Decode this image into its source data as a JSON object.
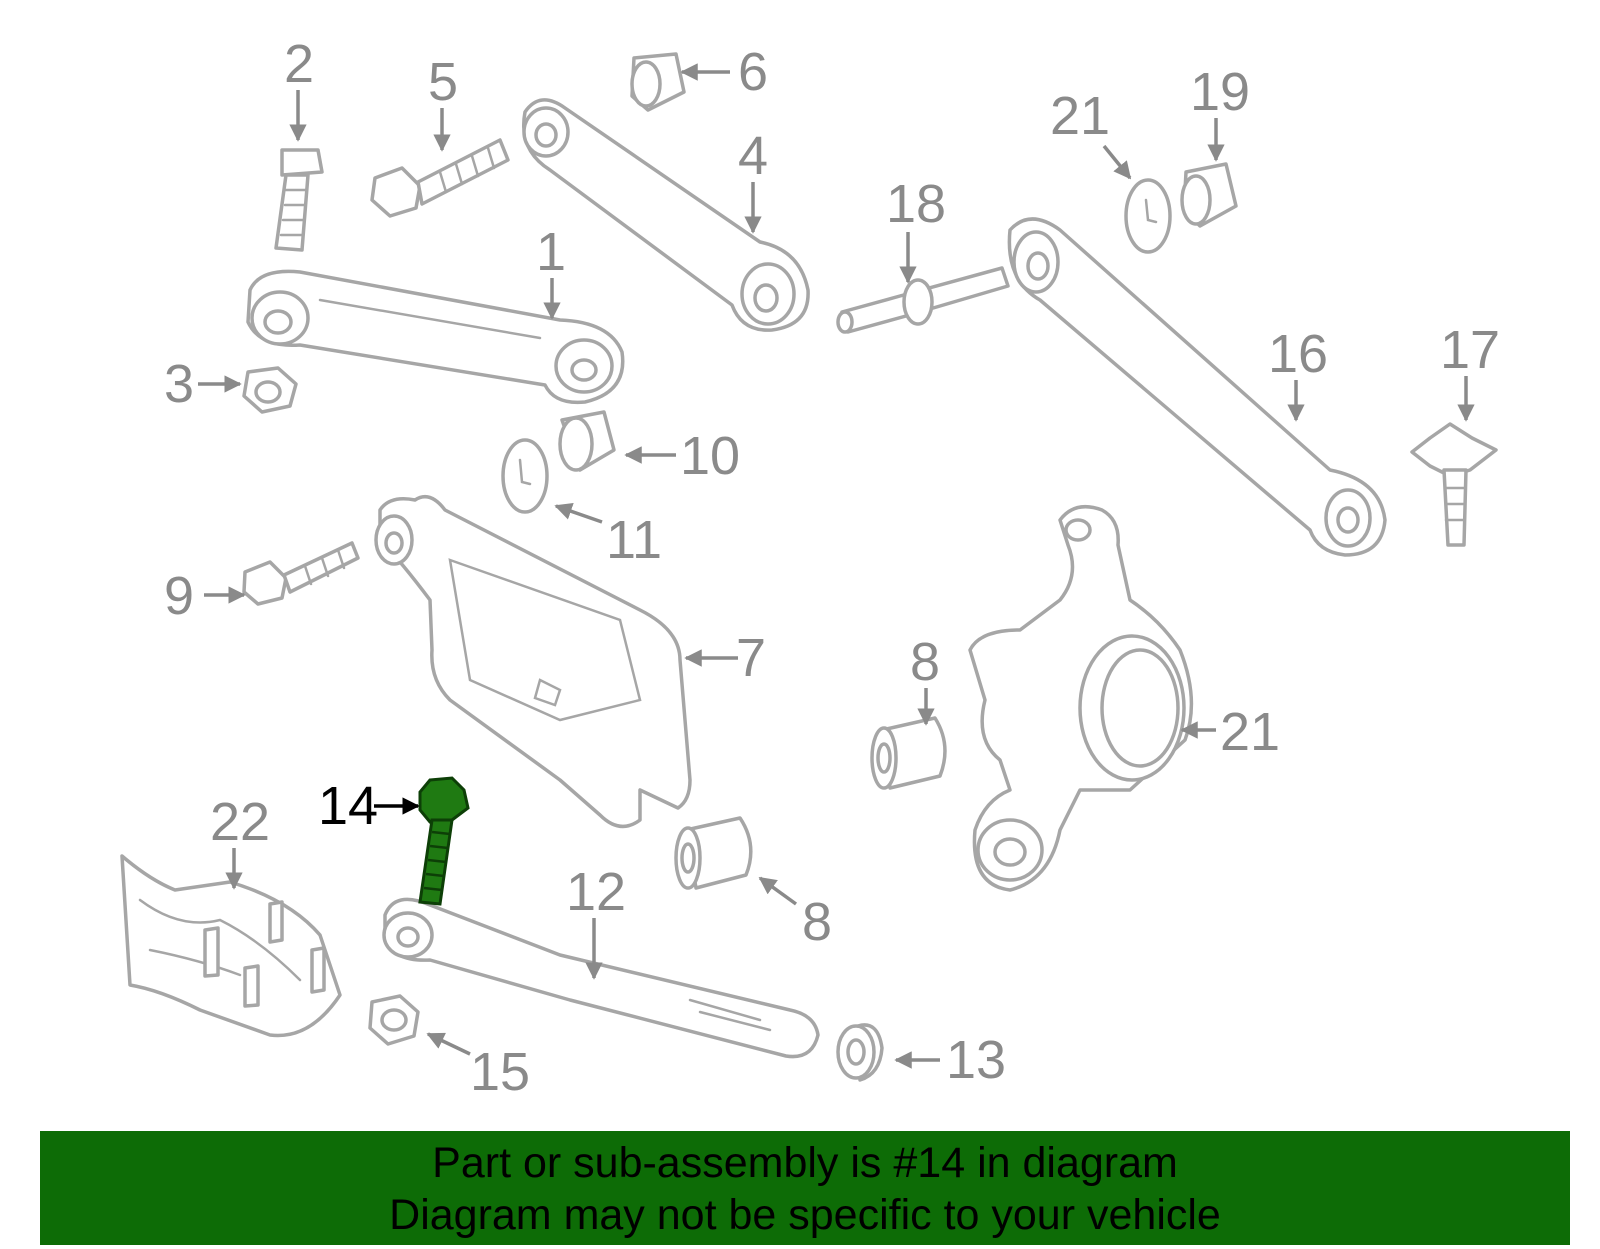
{
  "highlighted_part": "14",
  "callouts": [
    "1",
    "2",
    "3",
    "4",
    "5",
    "6",
    "7",
    "8",
    "8",
    "9",
    "10",
    "11",
    "12",
    "13",
    "14",
    "15",
    "16",
    "17",
    "18",
    "19",
    "20",
    "21",
    "22"
  ],
  "banner": {
    "line1": "Part or sub-assembly is #14 in diagram",
    "line2": "Diagram may not be specific to your vehicle"
  },
  "colors": {
    "part_outline": "#a6a6a6",
    "callout_text": "#8a8a8a",
    "highlight_part": "#1f7a12",
    "banner_background": "#0d6c06"
  }
}
